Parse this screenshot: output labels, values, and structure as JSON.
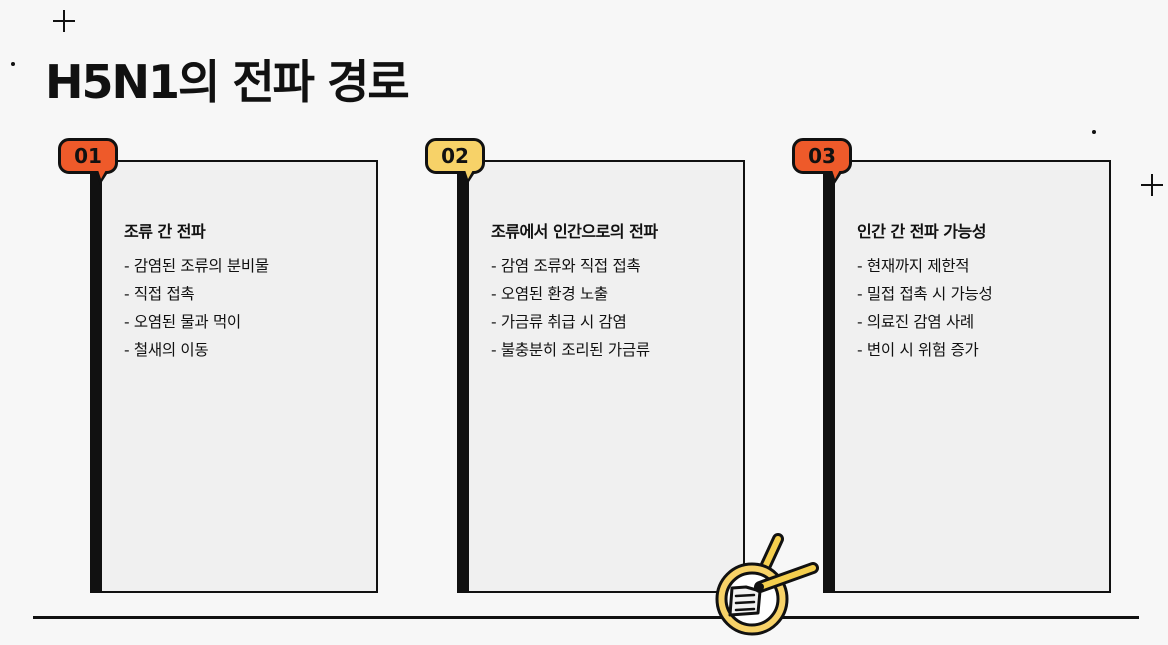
{
  "slide": {
    "title": "H5N1의 전파 경로"
  },
  "colors": {
    "background": "#f7f7f7",
    "ink": "#111111",
    "card_fill": "#f0f0f0",
    "badge_orange": "#ee5a2a",
    "badge_yellow": "#f7d268",
    "pan_handle": "#f5cf4e"
  },
  "cards": [
    {
      "number": "01",
      "badge_color": "#ee5a2a",
      "heading": "조류 간 전파",
      "items": [
        "- 감염된 조류의 분비물",
        "- 직접 접촉",
        "- 오염된 물과 먹이",
        "- 철새의 이동"
      ]
    },
    {
      "number": "02",
      "badge_color": "#f7d268",
      "heading": "조류에서 인간으로의 전파",
      "items": [
        "- 감염 조류와 직접 접촉",
        "- 오염된 환경 노출",
        "- 가금류 취급 시 감염",
        "- 불충분히 조리된 가금류"
      ]
    },
    {
      "number": "03",
      "badge_color": "#ee5a2a",
      "heading": "인간 간 전파 가능성",
      "items": [
        "- 현재까지 제한적",
        "- 밀접 접촉 시 가능성",
        "- 의료진 감염 사례",
        "- 변이 시 위험 증가"
      ]
    }
  ],
  "decorations": {
    "icons": [
      "plus-icon",
      "dot-icon",
      "frying-pan-icon",
      "spatula-icon"
    ]
  }
}
